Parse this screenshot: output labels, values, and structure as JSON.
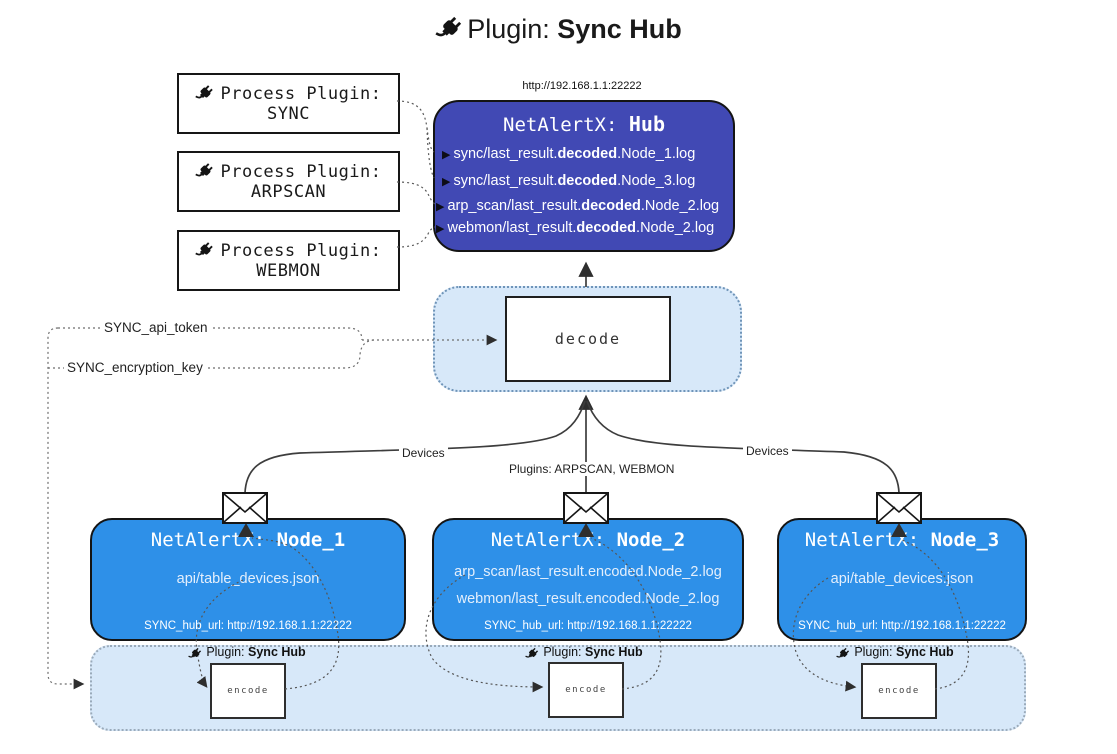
{
  "title": {
    "prefix": "Plugin: ",
    "name": "Sync Hub"
  },
  "hub": {
    "url_above": "http://192.168.1.1:22222",
    "title_prefix": "NetAlertX: ",
    "title_name": "Hub",
    "files": [
      {
        "pre": "sync/last_result.",
        "mid": "decoded",
        "post": ".Node_1.log"
      },
      {
        "pre": "sync/last_result.",
        "mid": "decoded",
        "post": ".Node_3.log"
      },
      {
        "pre": "arp_scan/last_result.",
        "mid": "decoded",
        "post": ".Node_2.log"
      },
      {
        "pre": "webmon/last_result.",
        "mid": "decoded",
        "post": ".Node_2.log"
      }
    ]
  },
  "process_plugins": [
    {
      "label": "Process Plugin:",
      "name": "SYNC"
    },
    {
      "label": "Process Plugin:",
      "name": "ARPSCAN"
    },
    {
      "label": "Process Plugin:",
      "name": "WEBMON"
    }
  ],
  "decode_label": "decode",
  "keys": {
    "api_token": "SYNC_api_token",
    "encryption_key": "SYNC_encryption_key"
  },
  "edges": {
    "devices_left": "Devices",
    "devices_right": "Devices",
    "plugins_center": "Plugins: ARPSCAN, WEBMON"
  },
  "nodes": [
    {
      "title_prefix": "NetAlertX: ",
      "title_name": "Node_1",
      "files": [
        "api/table_devices.json"
      ],
      "hub_url": "SYNC_hub_url: http://192.168.1.1:22222"
    },
    {
      "title_prefix": "NetAlertX: ",
      "title_name": "Node_2",
      "files": [
        "arp_scan/last_result.encoded.Node_2.log",
        "webmon/last_result.encoded.Node_2.log"
      ],
      "hub_url": "SYNC_hub_url: http://192.168.1.1:22222"
    },
    {
      "title_prefix": "NetAlertX: ",
      "title_name": "Node_3",
      "files": [
        "api/table_devices.json"
      ],
      "hub_url": "SYNC_hub_url: http://192.168.1.1:22222"
    }
  ],
  "band": {
    "plugin_prefix": "Plugin: ",
    "plugin_name": "Sync Hub",
    "encode_label": "encode"
  },
  "colors": {
    "hub_bg": "#4149b4",
    "node_bg": "#2e90e8",
    "panel_bg": "#d7e8f9",
    "panel_border_blue": "#6f94b8",
    "panel_border_gray": "#9aaaba",
    "line": "#3d3d3d"
  }
}
